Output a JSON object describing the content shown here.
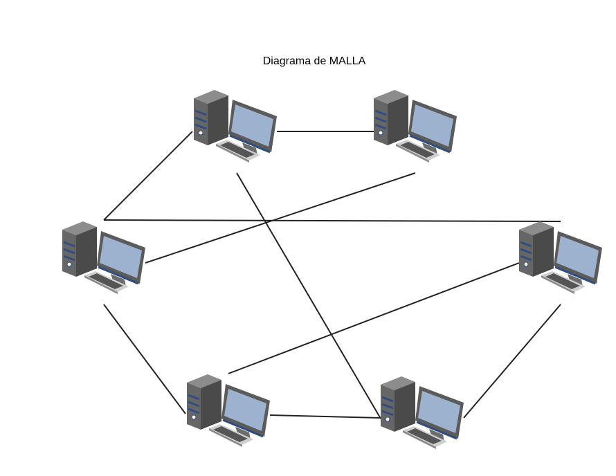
{
  "title": "Diagrama de MALLA",
  "nodes": [
    {
      "id": "pc-top-left",
      "icon": "desktop-computer-icon"
    },
    {
      "id": "pc-top-right",
      "icon": "desktop-computer-icon"
    },
    {
      "id": "pc-middle-left",
      "icon": "desktop-computer-icon"
    },
    {
      "id": "pc-middle-right",
      "icon": "desktop-computer-icon"
    },
    {
      "id": "pc-bottom-left",
      "icon": "desktop-computer-icon"
    },
    {
      "id": "pc-bottom-right",
      "icon": "desktop-computer-icon"
    }
  ],
  "links": [
    {
      "from": "pc-top-left",
      "to": "pc-top-right"
    },
    {
      "from": "pc-top-left",
      "to": "pc-middle-left"
    },
    {
      "from": "pc-top-left",
      "to": "pc-bottom-right"
    },
    {
      "from": "pc-top-right",
      "to": "pc-middle-left"
    },
    {
      "from": "pc-middle-left",
      "to": "pc-middle-right"
    },
    {
      "from": "pc-middle-left",
      "to": "pc-bottom-left"
    },
    {
      "from": "pc-middle-right",
      "to": "pc-bottom-left"
    },
    {
      "from": "pc-middle-right",
      "to": "pc-bottom-right"
    },
    {
      "from": "pc-bottom-left",
      "to": "pc-bottom-right"
    }
  ],
  "colors": {
    "line": "#222222",
    "tower_dark": "#4a4a4a",
    "tower_light": "#8c8c8c",
    "screen": "#9db2cf",
    "accent": "#2f4e80"
  }
}
